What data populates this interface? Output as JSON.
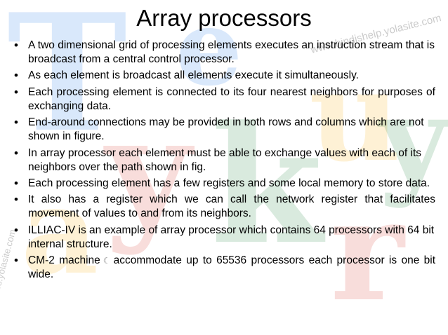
{
  "title": "Array processors",
  "bullet_char": "•",
  "bullets": [
    "A two dimensional grid of processing elements executes an instruction stream that is broadcast from a central control processor.",
    "As each element is broadcast all elements execute it simultaneously.",
    "Each processing element is connected to its four nearest neighbors for purposes of exchanging data.",
    "End-around connections may be provided in both rows and columns which are not shown in figure.",
    "In array processor each element must be able to exchange values with each of its neighbors over the path shown in fig.",
    "Each processing element has a few registers and some local memory to store data.",
    "It also has a register which we can call the network register that facilitates movement of values to and from its neighbors.",
    "ILLIAC-IV is an example of array processor which contains 64 processors with 64 bit internal structure.",
    "CM-2 machine",
    "accommodate up to 65536 processors each processor is one bit wide."
  ],
  "glyph_moon": "☾",
  "watermark": {
    "letters": [
      "T",
      "y",
      "k",
      "u",
      "a",
      "e",
      "r",
      "y"
    ],
    "colors": [
      "#1a73e8",
      "#d93025",
      "#f9ab00",
      "#188038"
    ],
    "url_text": "www.hindishelp.yolasite.com",
    "side_text": "www.ltrs.yolasite.com"
  }
}
